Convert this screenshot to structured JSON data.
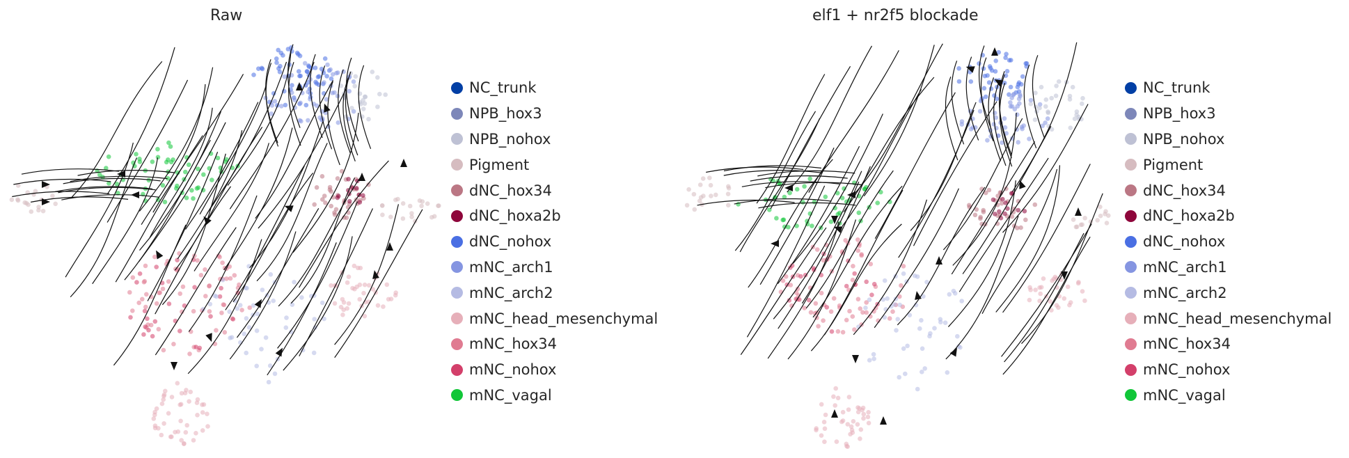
{
  "chart_data": [
    {
      "type": "scatter",
      "title": "Raw",
      "xlabel": "",
      "ylabel": "",
      "grid": false,
      "axes_visible": false,
      "legend_placement": "right",
      "overlay": "velocity streamlines with arrowheads",
      "legend": [
        {
          "label": "NC_trunk",
          "color": "#023fa5"
        },
        {
          "label": "NPB_hox3",
          "color": "#7d87b9"
        },
        {
          "label": "NPB_nohox",
          "color": "#bec1d4"
        },
        {
          "label": "Pigment",
          "color": "#d6bcc0"
        },
        {
          "label": "dNC_hox34",
          "color": "#bb7784"
        },
        {
          "label": "dNC_hoxa2b",
          "color": "#8e063b"
        },
        {
          "label": "dNC_nohox",
          "color": "#4a6fe3"
        },
        {
          "label": "mNC_arch1",
          "color": "#8595e1"
        },
        {
          "label": "mNC_arch2",
          "color": "#b5bbe3"
        },
        {
          "label": "mNC_head_mesenchymal",
          "color": "#e6afb9"
        },
        {
          "label": "mNC_hox34",
          "color": "#e07b91"
        },
        {
          "label": "mNC_nohox",
          "color": "#d33f6a"
        },
        {
          "label": "mNC_vagal",
          "color": "#11c638"
        }
      ]
    },
    {
      "type": "scatter",
      "title": "elf1 + nr2f5 blockade",
      "xlabel": "",
      "ylabel": "",
      "grid": false,
      "axes_visible": false,
      "legend_placement": "right",
      "overlay": "velocity streamlines with arrowheads",
      "legend": [
        {
          "label": "NC_trunk",
          "color": "#023fa5"
        },
        {
          "label": "NPB_hox3",
          "color": "#7d87b9"
        },
        {
          "label": "NPB_nohox",
          "color": "#bec1d4"
        },
        {
          "label": "Pigment",
          "color": "#d6bcc0"
        },
        {
          "label": "dNC_hox34",
          "color": "#bb7784"
        },
        {
          "label": "dNC_hoxa2b",
          "color": "#8e063b"
        },
        {
          "label": "dNC_nohox",
          "color": "#4a6fe3"
        },
        {
          "label": "mNC_arch1",
          "color": "#8595e1"
        },
        {
          "label": "mNC_arch2",
          "color": "#b5bbe3"
        },
        {
          "label": "mNC_head_mesenchymal",
          "color": "#e6afb9"
        },
        {
          "label": "mNC_hox34",
          "color": "#e07b91"
        },
        {
          "label": "mNC_nohox",
          "color": "#d33f6a"
        },
        {
          "label": "mNC_vagal",
          "color": "#11c638"
        }
      ]
    }
  ]
}
